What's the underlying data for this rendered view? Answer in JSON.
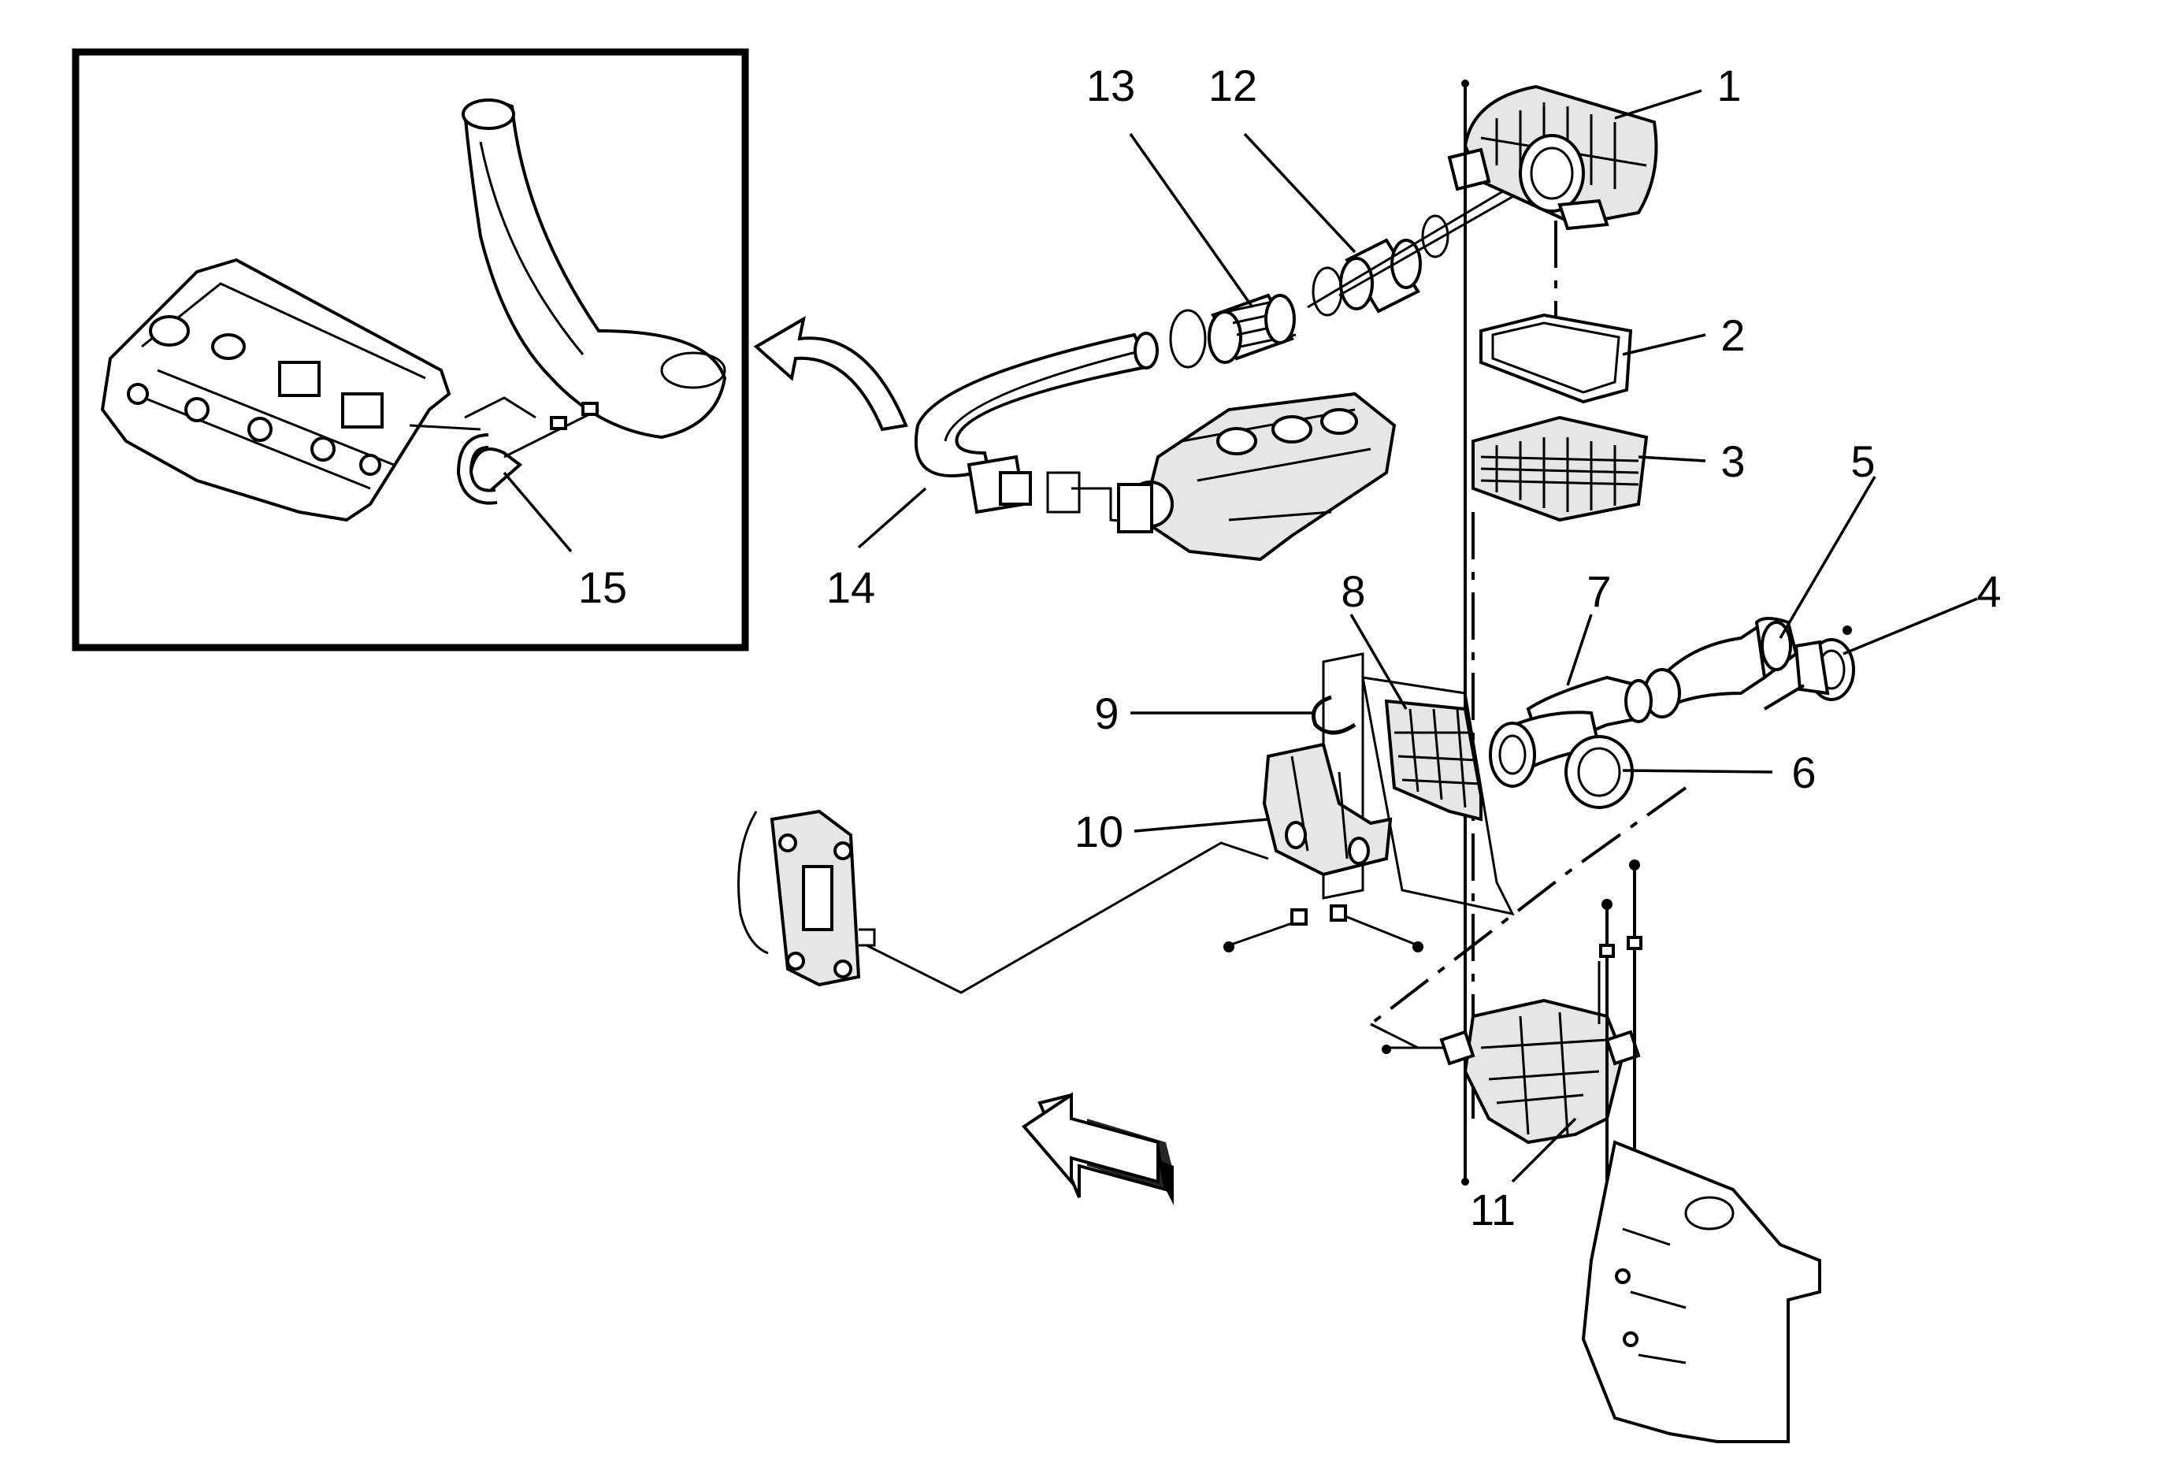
{
  "callouts": {
    "c1": "1",
    "c2": "2",
    "c3": "3",
    "c4": "4",
    "c5": "5",
    "c6": "6",
    "c7": "7",
    "c8": "8",
    "c9": "9",
    "c10": "10",
    "c11": "11",
    "c12": "12",
    "c13": "13",
    "c14": "14",
    "c15": "15"
  },
  "colors": {
    "ink": "#000000",
    "paper": "#ffffff",
    "shade": "#e6e6e6"
  },
  "icons": [
    "forward-direction-arrow-icon",
    "detail-view-arrow-icon"
  ]
}
